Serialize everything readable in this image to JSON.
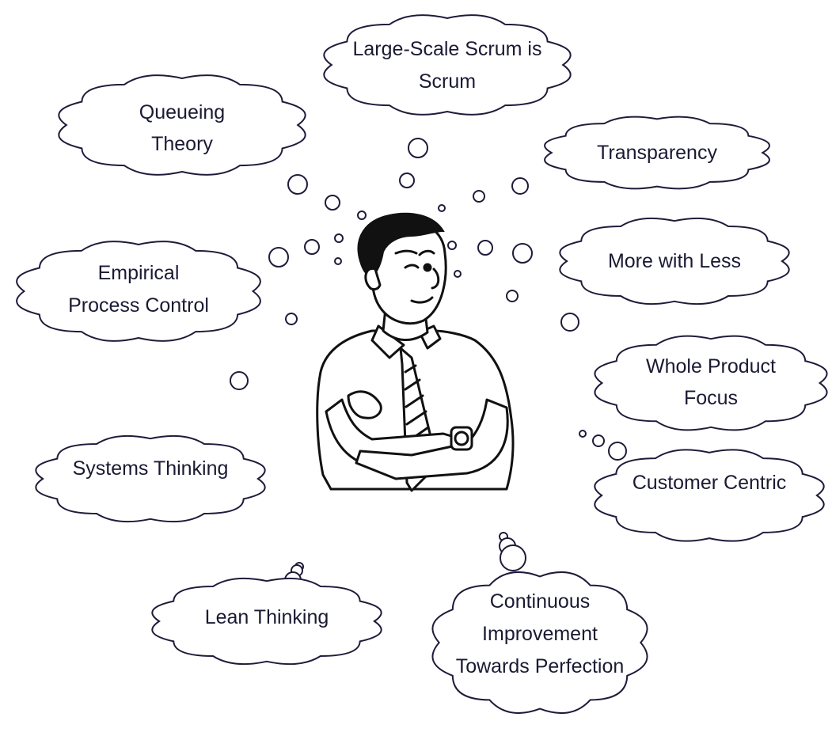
{
  "diagram": {
    "clouds": [
      {
        "id": "large-scale-scrum",
        "lines": [
          "Large-Scale Scrum is",
          "Scrum"
        ]
      },
      {
        "id": "queueing-theory",
        "lines": [
          "Queueing",
          "Theory"
        ]
      },
      {
        "id": "transparency",
        "lines": [
          "Transparency"
        ]
      },
      {
        "id": "empirical-process-control",
        "lines": [
          "Empirical",
          "Process Control"
        ]
      },
      {
        "id": "more-with-less",
        "lines": [
          "More with Less"
        ]
      },
      {
        "id": "whole-product-focus",
        "lines": [
          "Whole Product",
          "Focus"
        ]
      },
      {
        "id": "systems-thinking",
        "lines": [
          "Systems Thinking"
        ]
      },
      {
        "id": "customer-centric",
        "lines": [
          "Customer Centric"
        ]
      },
      {
        "id": "lean-thinking",
        "lines": [
          "Lean Thinking"
        ]
      },
      {
        "id": "continuous-improvement",
        "lines": [
          "Continuous",
          "Improvement",
          "Towards Perfection"
        ]
      }
    ],
    "colors": {
      "outline": "#1f1b3a",
      "text": "#1a1a33",
      "ink": "#111111"
    }
  }
}
